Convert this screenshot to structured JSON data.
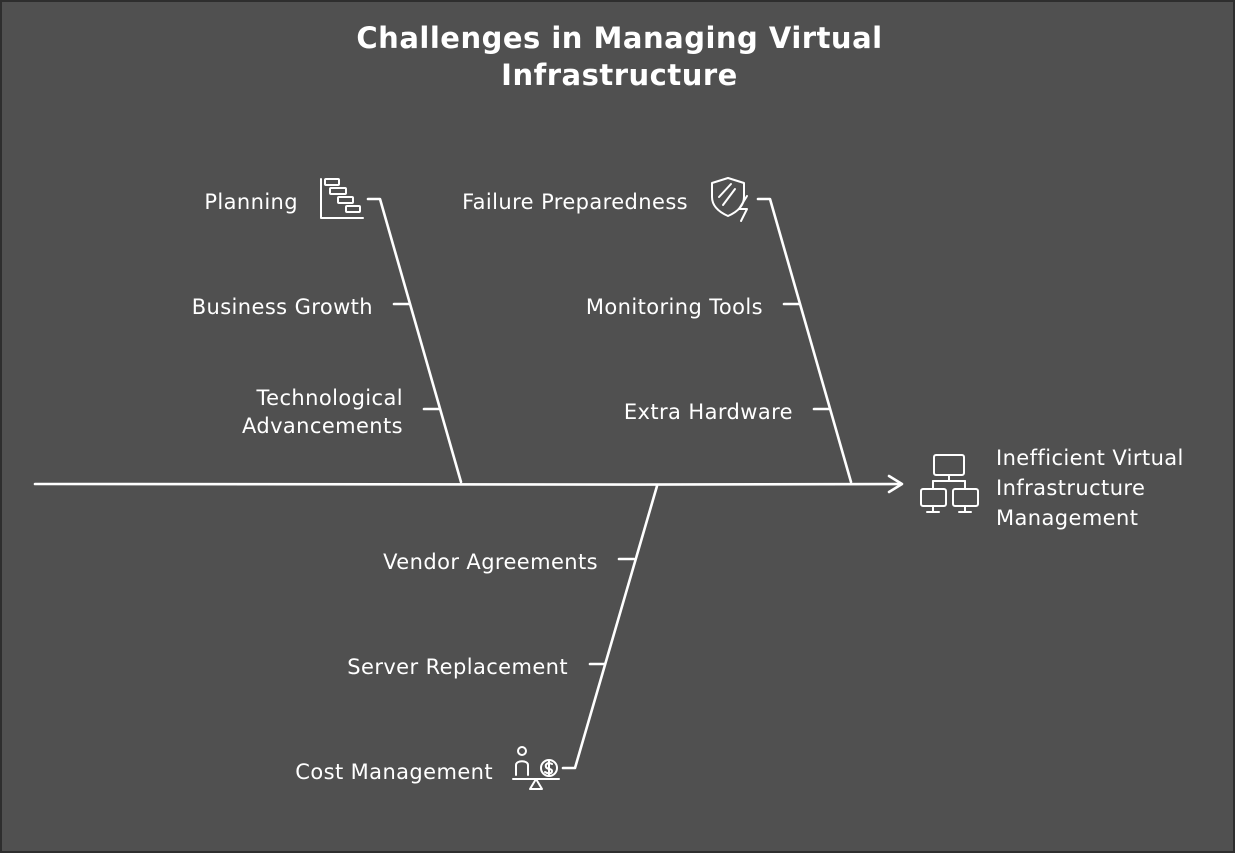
{
  "title": {
    "line1": "Challenges in Managing Virtual",
    "line2": "Infrastructure"
  },
  "effect": {
    "line1": "Inefficient Virtual",
    "line2": "Infrastructure",
    "line3": "Management",
    "icon": "network-computers-icon"
  },
  "branches": {
    "planning": {
      "head": "Planning",
      "icon": "gantt-chart-icon",
      "causes": {
        "business_growth": "Business Growth",
        "tech_line1": "Technological",
        "tech_line2": "Advancements"
      }
    },
    "failure": {
      "head": "Failure Preparedness",
      "icon": "shield-lightning-icon",
      "causes": {
        "monitoring_tools": "Monitoring Tools",
        "extra_hardware": "Extra Hardware"
      }
    },
    "cost": {
      "head": "Cost Management",
      "icon": "person-dollar-scale-icon",
      "causes": {
        "vendor_agreements": "Vendor Agreements",
        "server_replacement": "Server Replacement"
      }
    }
  },
  "colors": {
    "background": "#505050",
    "foreground": "#ffffff"
  }
}
